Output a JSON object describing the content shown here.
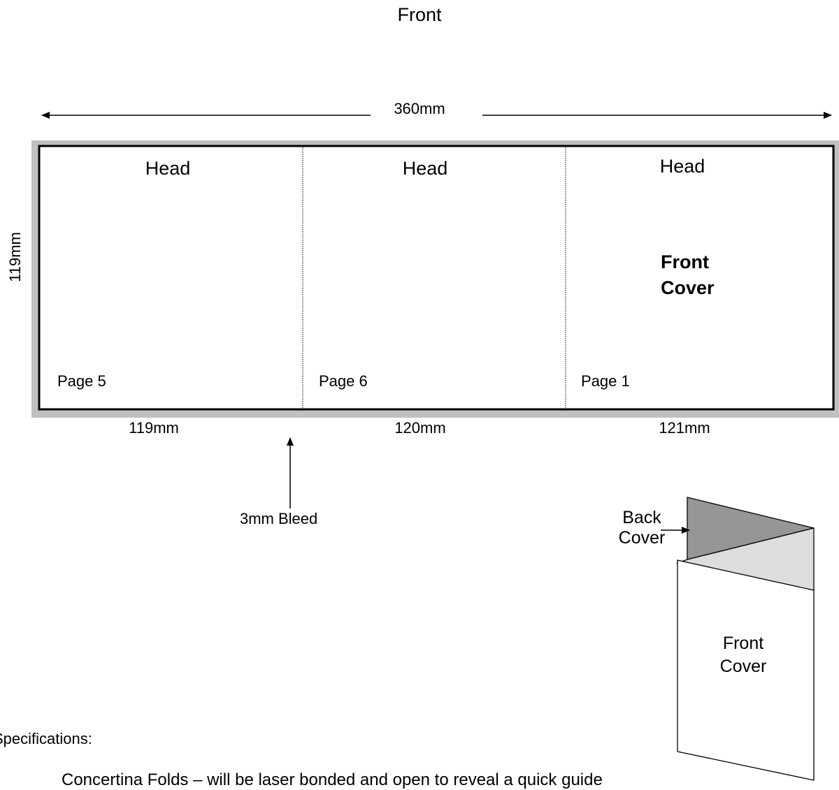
{
  "title": "Front",
  "width_label": "360mm",
  "height_label": "119mm",
  "panels": [
    {
      "head": "Head",
      "page": "Page 5",
      "width": "119mm"
    },
    {
      "head": "Head",
      "page": "Page 6",
      "width": "120mm"
    },
    {
      "head": "Head",
      "page": "Page 1",
      "width": "121mm",
      "cover_line1": "Front",
      "cover_line2": "Cover"
    }
  ],
  "bleed_label": "3mm Bleed",
  "fold_illustration": {
    "back_cover_line1": "Back",
    "back_cover_line2": "Cover",
    "front_cover_line1": "Front",
    "front_cover_line2": "Cover"
  },
  "specifications_heading": "Specifications:",
  "specifications_text": "Concertina Folds – will be laser bonded and open to reveal a quick guide",
  "colors": {
    "bleed_border": "#c0c0c0",
    "dark_panel": "#969696",
    "light_panel": "#dddddd"
  }
}
